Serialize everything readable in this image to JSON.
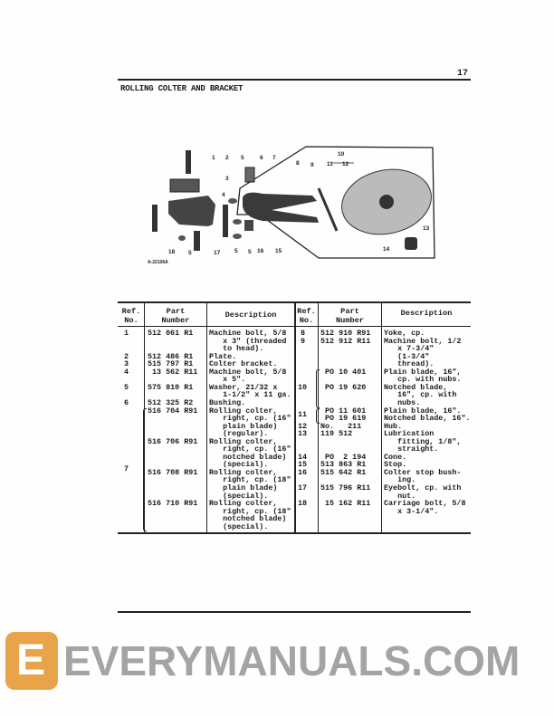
{
  "page_number": "17",
  "title": "ROLLING COLTER AND BRACKET",
  "diagram": {
    "figure_id": "A-22106A",
    "callouts": [
      "1",
      "2",
      "3",
      "4",
      "5",
      "6",
      "7",
      "8",
      "9",
      "10",
      "11",
      "12",
      "13",
      "14",
      "15",
      "16",
      "17",
      "18",
      "5",
      "5",
      "5"
    ]
  },
  "table": {
    "headers": {
      "ref": "Ref.\nNo.",
      "part": "Part\nNumber",
      "description": "Description"
    },
    "left": [
      {
        "ref": "1",
        "items": [
          {
            "part": "512 061 R1",
            "desc": [
              "Machine bolt, 5/8",
              "   x 3\" (threaded",
              "   to head)."
            ]
          }
        ]
      },
      {
        "ref": "2",
        "items": [
          {
            "part": "512 486 R1",
            "desc": [
              "Plate."
            ]
          }
        ]
      },
      {
        "ref": "3",
        "items": [
          {
            "part": "515 797 R1",
            "desc": [
              "Colter bracket."
            ]
          }
        ]
      },
      {
        "ref": "4",
        "items": [
          {
            "part": " 13 562 R11",
            "desc": [
              "Machine bolt, 5/8",
              "   x 5\"."
            ]
          }
        ]
      },
      {
        "ref": "5",
        "items": [
          {
            "part": "575 810 R1",
            "desc": [
              "Washer, 21/32 x",
              "   1-1/2\" x 11 ga."
            ]
          }
        ]
      },
      {
        "ref": "6",
        "items": [
          {
            "part": "512 325 R2",
            "desc": [
              "Bushing."
            ]
          }
        ]
      },
      {
        "ref": "7",
        "items": [
          {
            "part": "516 704 R91",
            "desc": [
              "Rolling colter,",
              "   right, cp. (16\"",
              "   plain blade)",
              "   (regular)."
            ]
          },
          {
            "part": "516 706 R91",
            "desc": [
              "Rolling colter,",
              "   right, cp. (16\"",
              "   notched blade)",
              "   (special)."
            ]
          },
          {
            "part": "516 708 R91",
            "desc": [
              "Rolling colter,",
              "   right, cp. (18\"",
              "   plain blade)",
              "   (special)."
            ]
          },
          {
            "part": "516 710 R91",
            "desc": [
              "Rolling colter,",
              "   right, cp. (18\"",
              "   notched blade)",
              "   (special)."
            ]
          }
        ]
      }
    ],
    "right": [
      {
        "ref": "8",
        "items": [
          {
            "part": "512 910 R91",
            "desc": [
              "Yoke, cp."
            ]
          }
        ]
      },
      {
        "ref": "9",
        "items": [
          {
            "part": "512 912 R11",
            "desc": [
              "Machine bolt, 1/2",
              "   x 7-3/4\"",
              "   (1-3/4\"",
              "   thread)."
            ]
          }
        ]
      },
      {
        "ref": "10",
        "items": [
          {
            "part": " PO 10 401",
            "desc": [
              "Plain blade, 16\",",
              "   cp. with nubs."
            ]
          },
          {
            "part": " PO 19 620",
            "desc": [
              "Notched blade,",
              "   16\", cp. with",
              "   nubs."
            ]
          }
        ]
      },
      {
        "ref": "11",
        "items": [
          {
            "part": " PO 11 601",
            "desc": [
              "Plain blade, 16\"."
            ]
          },
          {
            "part": " PO 19 619",
            "desc": [
              "Notched blade, 16\"."
            ]
          }
        ]
      },
      {
        "ref": "12",
        "items": [
          {
            "part": "No.   211",
            "desc": [
              "Hub."
            ]
          }
        ]
      },
      {
        "ref": "13",
        "items": [
          {
            "part": "119 512",
            "desc": [
              "Lubrication",
              "   fitting, 1/8\",",
              "   straight."
            ]
          }
        ]
      },
      {
        "ref": "14",
        "items": [
          {
            "part": " PO  2 194",
            "desc": [
              "Cone."
            ]
          }
        ]
      },
      {
        "ref": "15",
        "items": [
          {
            "part": "513 863 R1",
            "desc": [
              "Stop."
            ]
          }
        ]
      },
      {
        "ref": "16",
        "items": [
          {
            "part": "515 642 R1",
            "desc": [
              "Colter stop bush-",
              "   ing."
            ]
          }
        ]
      },
      {
        "ref": "17",
        "items": [
          {
            "part": "515 796 R11",
            "desc": [
              "Eyebolt, cp. with",
              "   nut."
            ]
          }
        ]
      },
      {
        "ref": "18",
        "items": [
          {
            "part": " 15 162 R11",
            "desc": [
              "Carriage bolt, 5/8",
              "   x 3-1/4\"."
            ]
          }
        ]
      }
    ]
  },
  "watermark": {
    "text": "EVERYMANUALS.COM",
    "logo_letter": "E",
    "logo_color": "#e9a449"
  }
}
